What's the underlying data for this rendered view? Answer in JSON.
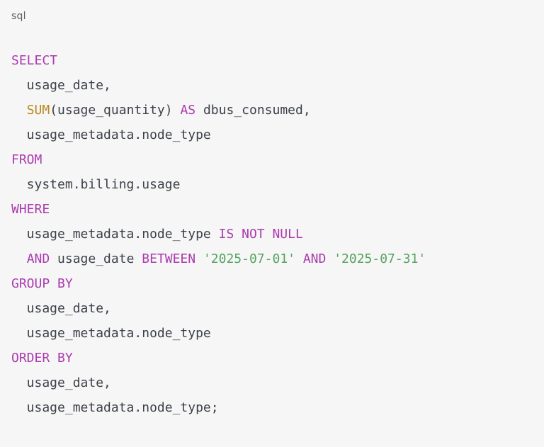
{
  "code_block": {
    "language_label": "sql",
    "colors": {
      "background": "#f6f6f7",
      "plain_text": "#3c4048",
      "keyword": "#ab3bad",
      "function": "#b8891f",
      "string": "#55a35c",
      "label": "#5f5f61"
    },
    "lines": [
      [
        {
          "type": "keyword",
          "text": "SELECT"
        }
      ],
      [
        {
          "type": "plain",
          "text": "  usage_date,"
        }
      ],
      [
        {
          "type": "plain",
          "text": "  "
        },
        {
          "type": "function",
          "text": "SUM"
        },
        {
          "type": "plain",
          "text": "(usage_quantity) "
        },
        {
          "type": "keyword",
          "text": "AS"
        },
        {
          "type": "plain",
          "text": " dbus_consumed,"
        }
      ],
      [
        {
          "type": "plain",
          "text": "  usage_metadata.node_type"
        }
      ],
      [
        {
          "type": "keyword",
          "text": "FROM"
        }
      ],
      [
        {
          "type": "plain",
          "text": "  system.billing.usage"
        }
      ],
      [
        {
          "type": "keyword",
          "text": "WHERE"
        }
      ],
      [
        {
          "type": "plain",
          "text": "  usage_metadata.node_type "
        },
        {
          "type": "keyword",
          "text": "IS NOT NULL"
        }
      ],
      [
        {
          "type": "plain",
          "text": "  "
        },
        {
          "type": "keyword",
          "text": "AND"
        },
        {
          "type": "plain",
          "text": " usage_date "
        },
        {
          "type": "keyword",
          "text": "BETWEEN"
        },
        {
          "type": "plain",
          "text": " "
        },
        {
          "type": "string",
          "text": "'2025-07-01'"
        },
        {
          "type": "plain",
          "text": " "
        },
        {
          "type": "keyword",
          "text": "AND"
        },
        {
          "type": "plain",
          "text": " "
        },
        {
          "type": "string",
          "text": "'2025-07-31'"
        }
      ],
      [
        {
          "type": "keyword",
          "text": "GROUP BY"
        }
      ],
      [
        {
          "type": "plain",
          "text": "  usage_date,"
        }
      ],
      [
        {
          "type": "plain",
          "text": "  usage_metadata.node_type"
        }
      ],
      [
        {
          "type": "keyword",
          "text": "ORDER BY"
        }
      ],
      [
        {
          "type": "plain",
          "text": "  usage_date,"
        }
      ],
      [
        {
          "type": "plain",
          "text": "  usage_metadata.node_type;"
        }
      ]
    ]
  }
}
